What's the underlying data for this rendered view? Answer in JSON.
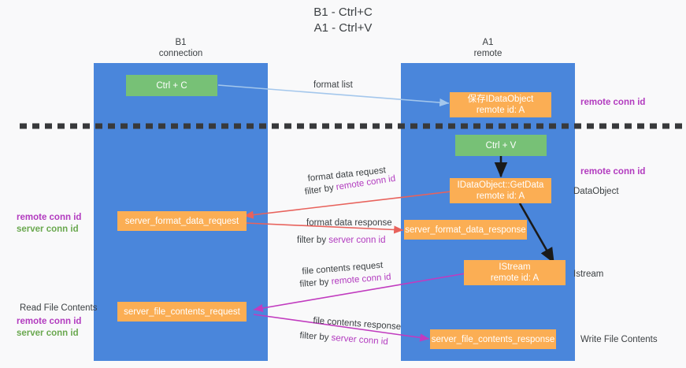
{
  "title": {
    "line1": "B1 - Ctrl+C",
    "line2": "A1 - Ctrl+V"
  },
  "columns": [
    {
      "name": "B1",
      "sub": "connection"
    },
    {
      "name": "A1",
      "sub": "remote"
    }
  ],
  "nodes": {
    "ctrl_c": "Ctrl + C",
    "ctrl_v": "Ctrl + V",
    "idataobject_line1": "保存IDataObject",
    "idataobject_line2": "remote id: A",
    "getdata_line1": "IDataObject::GetData",
    "getdata_line2": "remote id: A",
    "istream_line1": "IStream",
    "istream_line2": "remote id: A",
    "server_format_data_request": "server_format_data_request",
    "server_format_data_response": "server_format_data_response",
    "server_file_contents_request": "server_file_contents_request",
    "server_file_contents_response": "server_file_contents_response"
  },
  "edge_labels": {
    "format_list": "format list",
    "format_data_request": "format data request",
    "format_data_response": "format data response",
    "file_contents_request": "file contents request",
    "file_contents_response": "file contents response",
    "filter_by": "filter by ",
    "remote_conn_id": "remote conn id",
    "server_conn_id": "server conn id"
  },
  "side_labels": {
    "left_remote_conn_id": "remote conn id",
    "left_server_conn_id": "server conn id",
    "read_file_contents": "Read File Contents",
    "left2_remote_conn_id": "remote conn id",
    "left2_server_conn_id": "server conn id",
    "right_remote_conn_id_1": "remote conn id",
    "right_remote_conn_id_2": "remote conn id",
    "right_dataobject": "DataObject",
    "right_istream": "Istream",
    "right_write_file_contents": "Write File Contents"
  },
  "colors": {
    "lane_blue": "#4a86db",
    "node_green": "#77c176",
    "node_orange": "#fbae54",
    "accent_purple": "#b23bbf",
    "accent_green": "#6aa84f",
    "arrow_lightblue": "#a4c7ec",
    "arrow_red": "#e8625c",
    "arrow_magenta": "#c13bbf",
    "arrow_black": "#1a1a1a",
    "background": "#f9f9fa"
  }
}
